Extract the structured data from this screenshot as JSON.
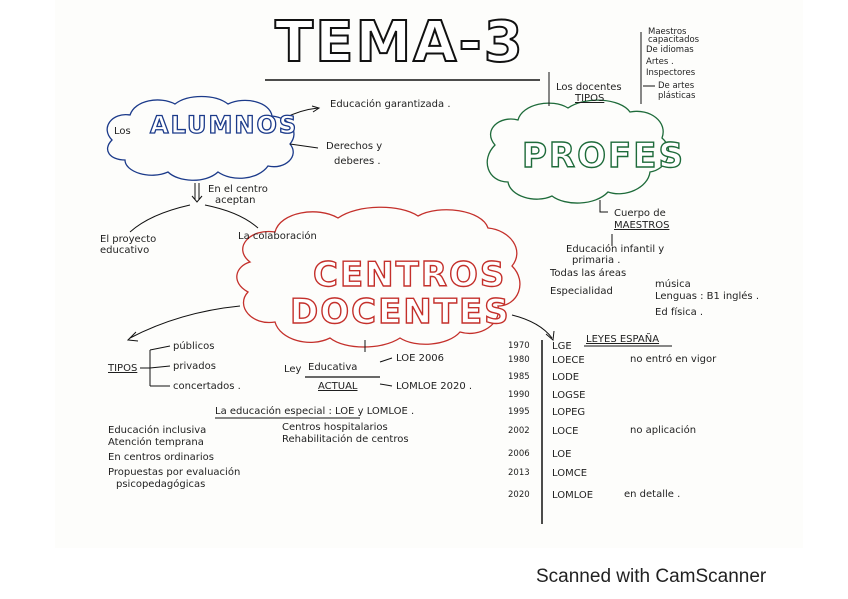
{
  "title": "TEMA-3",
  "footer": "Scanned with CamScanner",
  "colors": {
    "alumnos": "#1b3a8a",
    "profes": "#1e6b3a",
    "centros": "#c4302b",
    "ink": "#1a1a1a"
  },
  "alumnos": {
    "prefix": "Los",
    "title": "ALUMNOS",
    "educacion": "Educación garantizada .",
    "derechos_1": "Derechos y",
    "derechos_2": "deberes .",
    "centro_1": "En el centro",
    "centro_2": "aceptan",
    "proyecto_1": "El proyecto",
    "proyecto_2": "educativo",
    "colaboracion": "La colaboración"
  },
  "profes": {
    "title": "PROFES",
    "docentes_1": "Los docentes",
    "docentes_2": "TIPOS",
    "tipos": [
      "Maestros",
      "capacitados",
      "De idiomas",
      "Artes .",
      "Inspectores",
      "De artes",
      "plásticas"
    ],
    "cuerpo_1": "Cuerpo de",
    "cuerpo_2": "MAESTROS",
    "infantil_1": "Educación infantil y",
    "infantil_2": "primaria .",
    "areas": "Todas las áreas",
    "especialidad": "Especialidad",
    "musica": "música",
    "lenguas": "Lenguas : B1 inglés .",
    "fisica": "Ed física ."
  },
  "centros": {
    "title_1": "CENTROS",
    "title_2": "DOCENTES",
    "tipos_label": "TIPOS",
    "tipos": [
      "públicos",
      "privados",
      "concertados ."
    ],
    "ley_1": "Ley",
    "ley_2": "Educativa",
    "ley_3": "ACTUAL",
    "loe": "LOE 2006",
    "lomloe": "LOMLOE 2020 .",
    "especial": "La educación especial : LOE y LOMLOE .",
    "left_list": [
      "Educación inclusiva",
      "Atención temprana",
      "En centros ordinarios",
      "Propuestas por evaluación",
      "psicopedagógicas"
    ],
    "mid_list": [
      "Centros hospitalarios",
      "Rehabilitación de centros"
    ]
  },
  "leyes": {
    "title": "LEYES ESPAÑA",
    "timeline": [
      {
        "year": "1970",
        "law": "LGE",
        "note": ""
      },
      {
        "year": "1980",
        "law": "LOECE",
        "note": "no entró en vigor"
      },
      {
        "year": "1985",
        "law": "LODE",
        "note": ""
      },
      {
        "year": "1990",
        "law": "LOGSE",
        "note": ""
      },
      {
        "year": "1995",
        "law": "LOPEG",
        "note": ""
      },
      {
        "year": "2002",
        "law": "LOCE",
        "note": "no aplicación"
      },
      {
        "year": "2006",
        "law": "LOE",
        "note": ""
      },
      {
        "year": "2013",
        "law": "LOMCE",
        "note": ""
      },
      {
        "year": "2020",
        "law": "LOMLOE",
        "note": "en detalle ."
      }
    ]
  }
}
